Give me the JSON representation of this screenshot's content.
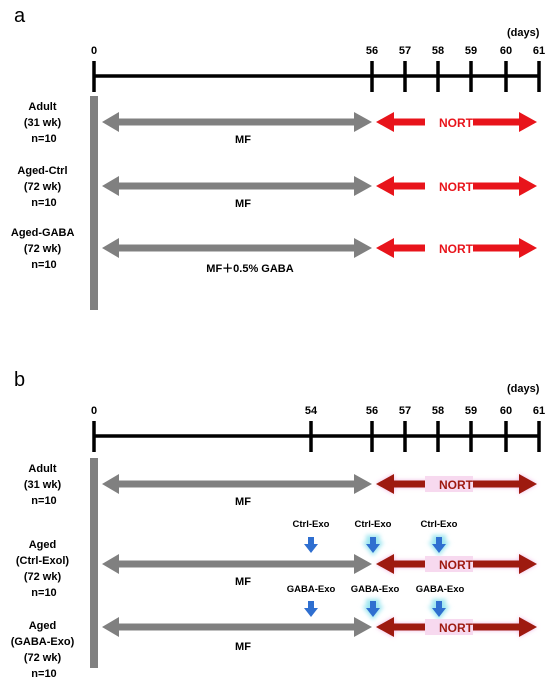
{
  "colors": {
    "timeline": "#000000",
    "mf_arrow": "#808080",
    "nort_red": "#e8141b",
    "nort_dark": "#9e1a10",
    "nort_glow": "#f2b6e4",
    "exo_arrow": "#2f6fd0",
    "exo_glow": "#9ee6f0"
  },
  "panel_a": {
    "label": "a",
    "days_label": "(days)",
    "ticks": [
      "0",
      "56",
      "57",
      "58",
      "59",
      "60",
      "61"
    ],
    "groups": [
      {
        "name_lines": [
          "Adult",
          "(31 wk)",
          "n=10"
        ],
        "treatment": "MF",
        "test": "NORT"
      },
      {
        "name_lines": [
          "Aged-Ctrl",
          "(72 wk)",
          "n=10"
        ],
        "treatment": "MF",
        "test": "NORT"
      },
      {
        "name_lines": [
          "Aged-GABA",
          "(72 wk)",
          "n=10"
        ],
        "treatment": "MF＋0.5% GABA",
        "test": "NORT"
      }
    ]
  },
  "panel_b": {
    "label": "b",
    "days_label": "(days)",
    "ticks": [
      "0",
      "54",
      "56",
      "57",
      "58",
      "59",
      "60",
      "61"
    ],
    "groups": [
      {
        "name_lines": [
          "Adult",
          "(31 wk)",
          "n=10"
        ],
        "treatment": "MF",
        "test": "NORT",
        "exo": []
      },
      {
        "name_lines": [
          "Aged",
          "(Ctrl-Exol)",
          "(72 wk)",
          "n=10"
        ],
        "treatment": "MF",
        "test": "NORT",
        "exo": [
          "Ctrl-Exo",
          "Ctrl-Exo",
          "Ctrl-Exo"
        ]
      },
      {
        "name_lines": [
          "Aged",
          "(GABA-Exo)",
          "(72 wk)",
          "n=10"
        ],
        "treatment": "MF",
        "test": "NORT",
        "exo": [
          "GABA-Exo",
          "GABA-Exo",
          "GABA-Exo"
        ]
      }
    ]
  }
}
